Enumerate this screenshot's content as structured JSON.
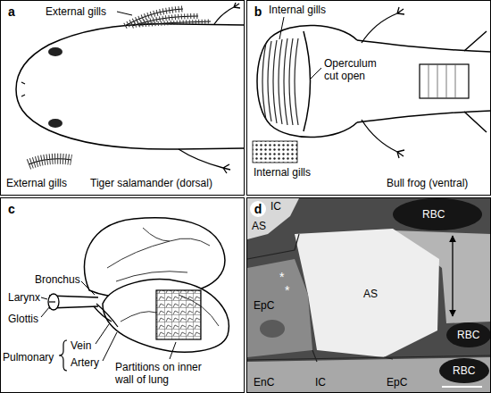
{
  "diagram": {
    "nodes": [
      {
        "text": [
          "a"
        ]
      },
      {
        "text": [
          "b"
        ]
      },
      {
        "text": [
          "c"
        ]
      },
      {
        "text": [
          "d"
        ]
      }
    ],
    "labels": [
      "External gills",
      "External gills",
      "Tiger salamander (dorsal)",
      "Internal gills",
      "Operculum cut open",
      "Internal gills",
      "Bull frog (ventral)",
      "Bronchus",
      "Larynx",
      "Glottis",
      "Pulmonary",
      "Vein",
      "Artery",
      "Partitions on inner wall of lung",
      "IC",
      "AS",
      "RBC",
      "AS",
      "EpC",
      "RBC",
      "RBC",
      "EnC",
      "IC",
      "EpC",
      "*",
      "*"
    ]
  }
}
